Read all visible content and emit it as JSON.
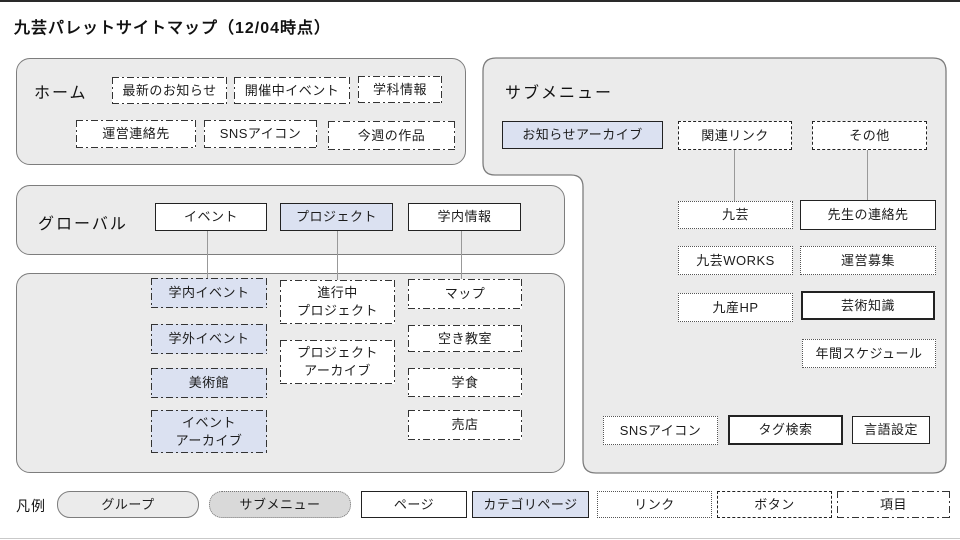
{
  "title": "九芸パレットサイトマップ（12/04時点）",
  "colors": {
    "group_fill": "#ebebeb",
    "submenu_fill": "#d9d9d9",
    "category_fill": "#dbe1f1",
    "border": "#222222",
    "connector": "#999999"
  },
  "home": {
    "label": "ホーム",
    "items": [
      "最新のお知らせ",
      "開催中イベント",
      "学科情報",
      "運営連絡先",
      "SNSアイコン",
      "今週の作品"
    ]
  },
  "global": {
    "label": "グローバル",
    "event": "イベント",
    "project": "プロジェクト",
    "campus": "学内情報"
  },
  "pages": {
    "event_children": [
      "学内イベント",
      "学外イベント",
      "美術館",
      "イベント\nアーカイブ"
    ],
    "project_children": [
      "進行中\nプロジェクト",
      "プロジェクト\nアーカイブ"
    ],
    "campus_children": [
      "マップ",
      "空き教室",
      "学食",
      "売店"
    ]
  },
  "submenu": {
    "label": "サブメニュー",
    "archive": "お知らせアーカイブ",
    "related": "関連リンク",
    "other": "その他",
    "related_children": [
      "九芸",
      "九芸WORKS",
      "九産HP"
    ],
    "other_children": [
      "先生の連絡先",
      "運営募集",
      "芸術知識",
      "年間スケジュール"
    ],
    "footer": [
      "SNSアイコン",
      "タグ検索",
      "言語設定"
    ]
  },
  "legend": {
    "label": "凡例",
    "items": [
      "グループ",
      "サブメニュー",
      "ページ",
      "カテゴリページ",
      "リンク",
      "ボタン",
      "項目"
    ]
  }
}
